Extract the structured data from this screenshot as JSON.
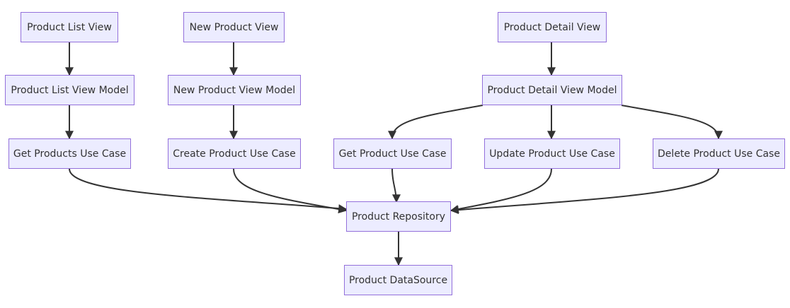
{
  "diagram": {
    "colors": {
      "node_fill": "#ececff",
      "node_border": "#9370db",
      "edge": "#333333",
      "text": "#333333"
    },
    "nodes": {
      "product_list_view": "Product List View",
      "new_product_view": "New Product View",
      "product_detail_view": "Product Detail View",
      "product_list_view_model": "Product List View Model",
      "new_product_view_model": "New Product View Model",
      "product_detail_view_model": "Product Detail View Model",
      "get_products_use_case": "Get Products Use Case",
      "create_product_use_case": "Create Product Use Case",
      "get_product_use_case": "Get Product Use Case",
      "update_product_use_case": "Update Product Use Case",
      "delete_product_use_case": "Delete Product Use Case",
      "product_repository": "Product Repository",
      "product_datasource": "Product DataSource"
    },
    "edges": [
      {
        "from": "product_list_view",
        "to": "product_list_view_model"
      },
      {
        "from": "new_product_view",
        "to": "new_product_view_model"
      },
      {
        "from": "product_detail_view",
        "to": "product_detail_view_model"
      },
      {
        "from": "product_list_view_model",
        "to": "get_products_use_case"
      },
      {
        "from": "new_product_view_model",
        "to": "create_product_use_case"
      },
      {
        "from": "product_detail_view_model",
        "to": "get_product_use_case"
      },
      {
        "from": "product_detail_view_model",
        "to": "update_product_use_case"
      },
      {
        "from": "product_detail_view_model",
        "to": "delete_product_use_case"
      },
      {
        "from": "get_products_use_case",
        "to": "product_repository"
      },
      {
        "from": "create_product_use_case",
        "to": "product_repository"
      },
      {
        "from": "get_product_use_case",
        "to": "product_repository"
      },
      {
        "from": "update_product_use_case",
        "to": "product_repository"
      },
      {
        "from": "delete_product_use_case",
        "to": "product_repository"
      },
      {
        "from": "product_repository",
        "to": "product_datasource"
      }
    ]
  }
}
